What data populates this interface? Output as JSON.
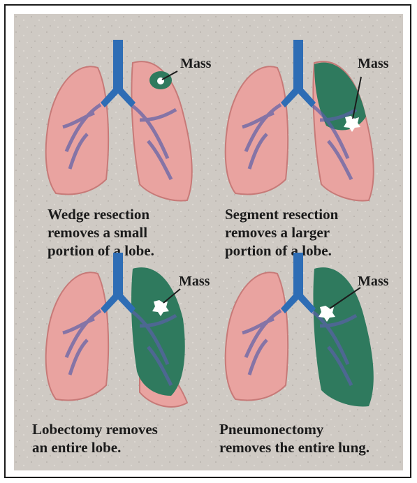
{
  "colors": {
    "background": "#cfcac4",
    "lung": "#e9a3a0",
    "lung_edge": "#c77a78",
    "airway": "#2e6db5",
    "vessel": "#5a5fa8",
    "resected": "#2f7a5e",
    "mass": "#ffffff"
  },
  "panels": [
    {
      "id": "wedge",
      "mass_label": "Mass",
      "caption": "Wedge resection\nremoves a small\nportion of a lobe."
    },
    {
      "id": "segment",
      "mass_label": "Mass",
      "caption": "Segment resection\nremoves a larger\nportion of a lobe."
    },
    {
      "id": "lobectomy",
      "mass_label": "Mass",
      "caption": "Lobectomy removes\nan entire lobe."
    },
    {
      "id": "pneumonectomy",
      "mass_label": "Mass",
      "caption": "Pneumonectomy\nremoves the entire lung."
    }
  ]
}
